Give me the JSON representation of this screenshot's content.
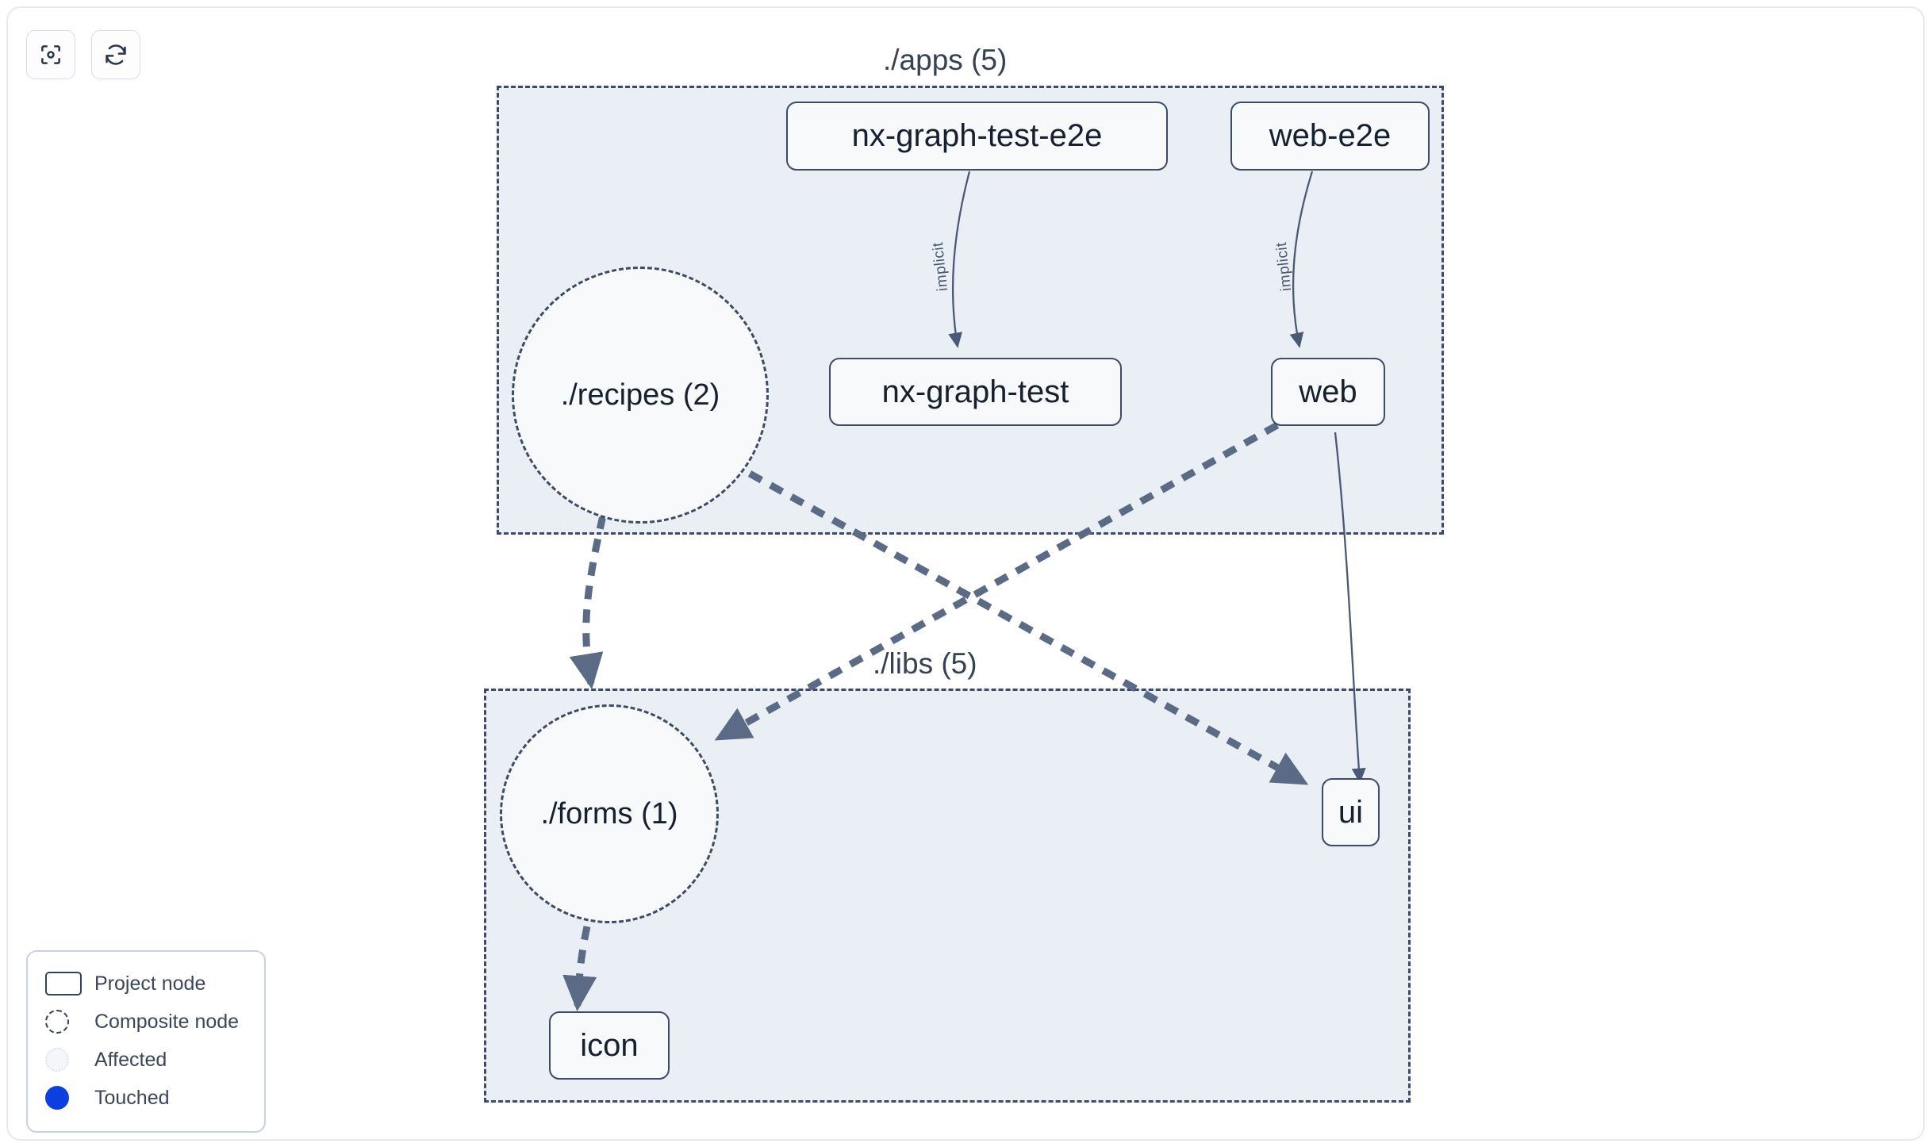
{
  "toolbar": {
    "buttons": [
      {
        "name": "focus-graph-button",
        "icon": "focus-target-icon",
        "label": ""
      },
      {
        "name": "refresh-graph-button",
        "icon": "refresh-icon",
        "label": ""
      }
    ]
  },
  "graph": {
    "groups": [
      {
        "id": "apps",
        "label": "./apps (5)"
      },
      {
        "id": "libs",
        "label": "./libs (5)"
      }
    ],
    "nodes": [
      {
        "id": "nx-graph-test-e2e",
        "label": "nx-graph-test-e2e",
        "shape": "rect",
        "group": "apps"
      },
      {
        "id": "web-e2e",
        "label": "web-e2e",
        "shape": "rect",
        "group": "apps"
      },
      {
        "id": "recipes",
        "label": "./recipes (2)",
        "shape": "circle",
        "group": "apps"
      },
      {
        "id": "nx-graph-test",
        "label": "nx-graph-test",
        "shape": "rect",
        "group": "apps"
      },
      {
        "id": "web",
        "label": "web",
        "shape": "rect",
        "group": "apps"
      },
      {
        "id": "forms",
        "label": "./forms (1)",
        "shape": "circle",
        "group": "libs"
      },
      {
        "id": "ui",
        "label": "ui",
        "shape": "rect",
        "group": "libs"
      },
      {
        "id": "icon",
        "label": "icon",
        "shape": "rect",
        "group": "libs"
      }
    ],
    "edges": [
      {
        "from": "nx-graph-test-e2e",
        "to": "nx-graph-test",
        "label": "implicit",
        "style": "solid"
      },
      {
        "from": "web-e2e",
        "to": "web",
        "label": "implicit",
        "style": "solid"
      },
      {
        "from": "recipes",
        "to": "forms",
        "label": "",
        "style": "dashed"
      },
      {
        "from": "recipes",
        "to": "ui",
        "label": "",
        "style": "dashed"
      },
      {
        "from": "web",
        "to": "forms",
        "label": "",
        "style": "dashed"
      },
      {
        "from": "web",
        "to": "ui",
        "label": "",
        "style": "solid"
      },
      {
        "from": "forms",
        "to": "icon",
        "label": "",
        "style": "dashed"
      }
    ]
  },
  "legend": {
    "items": [
      {
        "swatch": "project-node-swatch",
        "label": "Project node"
      },
      {
        "swatch": "composite-node-swatch",
        "label": "Composite node"
      },
      {
        "swatch": "affected-swatch",
        "label": "Affected"
      },
      {
        "swatch": "touched-swatch",
        "label": "Touched"
      }
    ]
  },
  "colors": {
    "group_fill": "#eaeef5",
    "group_border": "#3e4c63",
    "node_fill": "#f7f9fb",
    "node_border": "#3e4c63",
    "edge": "#5b6b85",
    "touched": "#0b3fe0",
    "text": "#16202e"
  }
}
